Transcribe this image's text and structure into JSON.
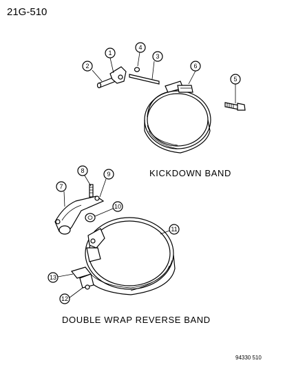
{
  "diagram_id": "21G-510",
  "labels": {
    "kickdown": "KICKDOWN BAND",
    "reverse": "DOUBLE WRAP REVERSE BAND"
  },
  "footer_code": "94330 510",
  "callouts": [
    "1",
    "2",
    "3",
    "4",
    "5",
    "6",
    "7",
    "8",
    "9",
    "10",
    "11",
    "12",
    "13"
  ]
}
